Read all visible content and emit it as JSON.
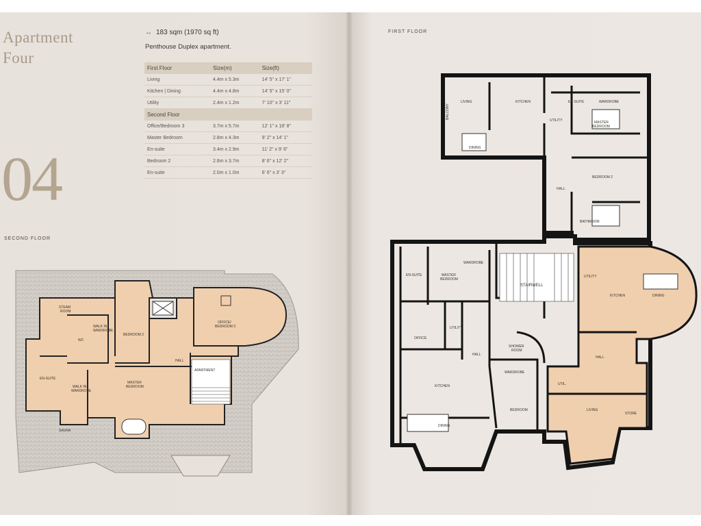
{
  "apartment": {
    "title_line1": "Apartment",
    "title_line2": "Four",
    "number": "04",
    "area": "183 sqm (1970 sq ft)",
    "area_icon": "area-arrows-icon",
    "subtitle": "Penthouse Duplex apartment."
  },
  "table": {
    "col_size_m": "Size(m)",
    "col_size_ft": "Size(ft)",
    "sections": [
      {
        "heading": "First Floor",
        "rows": [
          {
            "room": "Living",
            "m": "4.4m x 5.3m",
            "ft": "14' 5\" x 17' 1\""
          },
          {
            "room": "Kitchen | Dining",
            "m": "4.4m x 4.8m",
            "ft": "14' 5\" x 15' 0\""
          },
          {
            "room": "Utility",
            "m": "2.4m x 1.2m",
            "ft": "7' 10\" x 3' 11\""
          }
        ]
      },
      {
        "heading": "Second Floor",
        "rows": [
          {
            "room": "Office/Bedroom 3",
            "m": "3.7m x 5.7m",
            "ft": "12' 1\" x 18' 8\""
          },
          {
            "room": "Master Bedroom",
            "m": "2.8m x 4.3m",
            "ft": "9' 2\" x 14' 1\""
          },
          {
            "room": "En-suite",
            "m": "3.4m x 2.9m",
            "ft": "11' 2\" x 9' 6\""
          },
          {
            "room": "Bedroom 2",
            "m": "2.6m x 3.7m",
            "ft": "8' 6\" x 12' 2\""
          },
          {
            "room": "En-suite",
            "m": "2.0m x 1.0m",
            "ft": "6' 6\" x 3' 3\""
          }
        ]
      }
    ]
  },
  "second_floor": {
    "label": "SECOND FLOOR",
    "rooms": {
      "steam_room": "STEAM\nROOM",
      "wc": "WC",
      "walkin": "WALK IN\nWARDROBE",
      "bedroom2": "BEDROOM 2",
      "office": "OFFICE/\nBEDROOM 3",
      "hall": "HALL",
      "ensuite": "EN-SUITE",
      "walkin2": "WALK IN\nWARDROBE",
      "master": "MASTER\nBEDROOM",
      "apartment": "APARTMENT",
      "sauna": "SAUNA"
    }
  },
  "first_floor": {
    "label": "FIRST FLOOR",
    "rooms": {
      "balcony": "BALCONY",
      "living": "LIVING",
      "kitchen": "KITCHEN",
      "dining": "DINING",
      "ensuite": "EN-SUITE",
      "wardrobe": "WARDROBE",
      "utility": "UTILITY",
      "master": "MASTER\nBEDROOM",
      "bedroom2": "BEDROOM 2",
      "hall": "HALL",
      "bathroom": "BATHROOM",
      "en_suite_b": "EN-SUITE",
      "master_b": "MASTER\nBEDROOM",
      "wardrobe_b": "WARDROBE",
      "stairwell": "STAIRWELL",
      "utility_c": "UTILITY",
      "kitchen_c": "KITCHEN",
      "dining_c": "DINING",
      "office": "OFFICE",
      "utility_b": "UTILITY",
      "shower": "SHOWER\nROOM",
      "hall_b": "HALL",
      "hall_c": "HALL",
      "kitchen_b": "KITCHEN",
      "wardrobe_c": "WARDROBE",
      "utility_d": "UTIL.",
      "bedroom_b": "BEDROOM",
      "dining_b": "DINING",
      "living_c": "LIVING",
      "store": "STORE"
    }
  },
  "colors": {
    "room_fill": "#f0cfae",
    "wall": "#141414",
    "roof_tile": "#cfcac4",
    "title_gold": "#a79a89"
  }
}
